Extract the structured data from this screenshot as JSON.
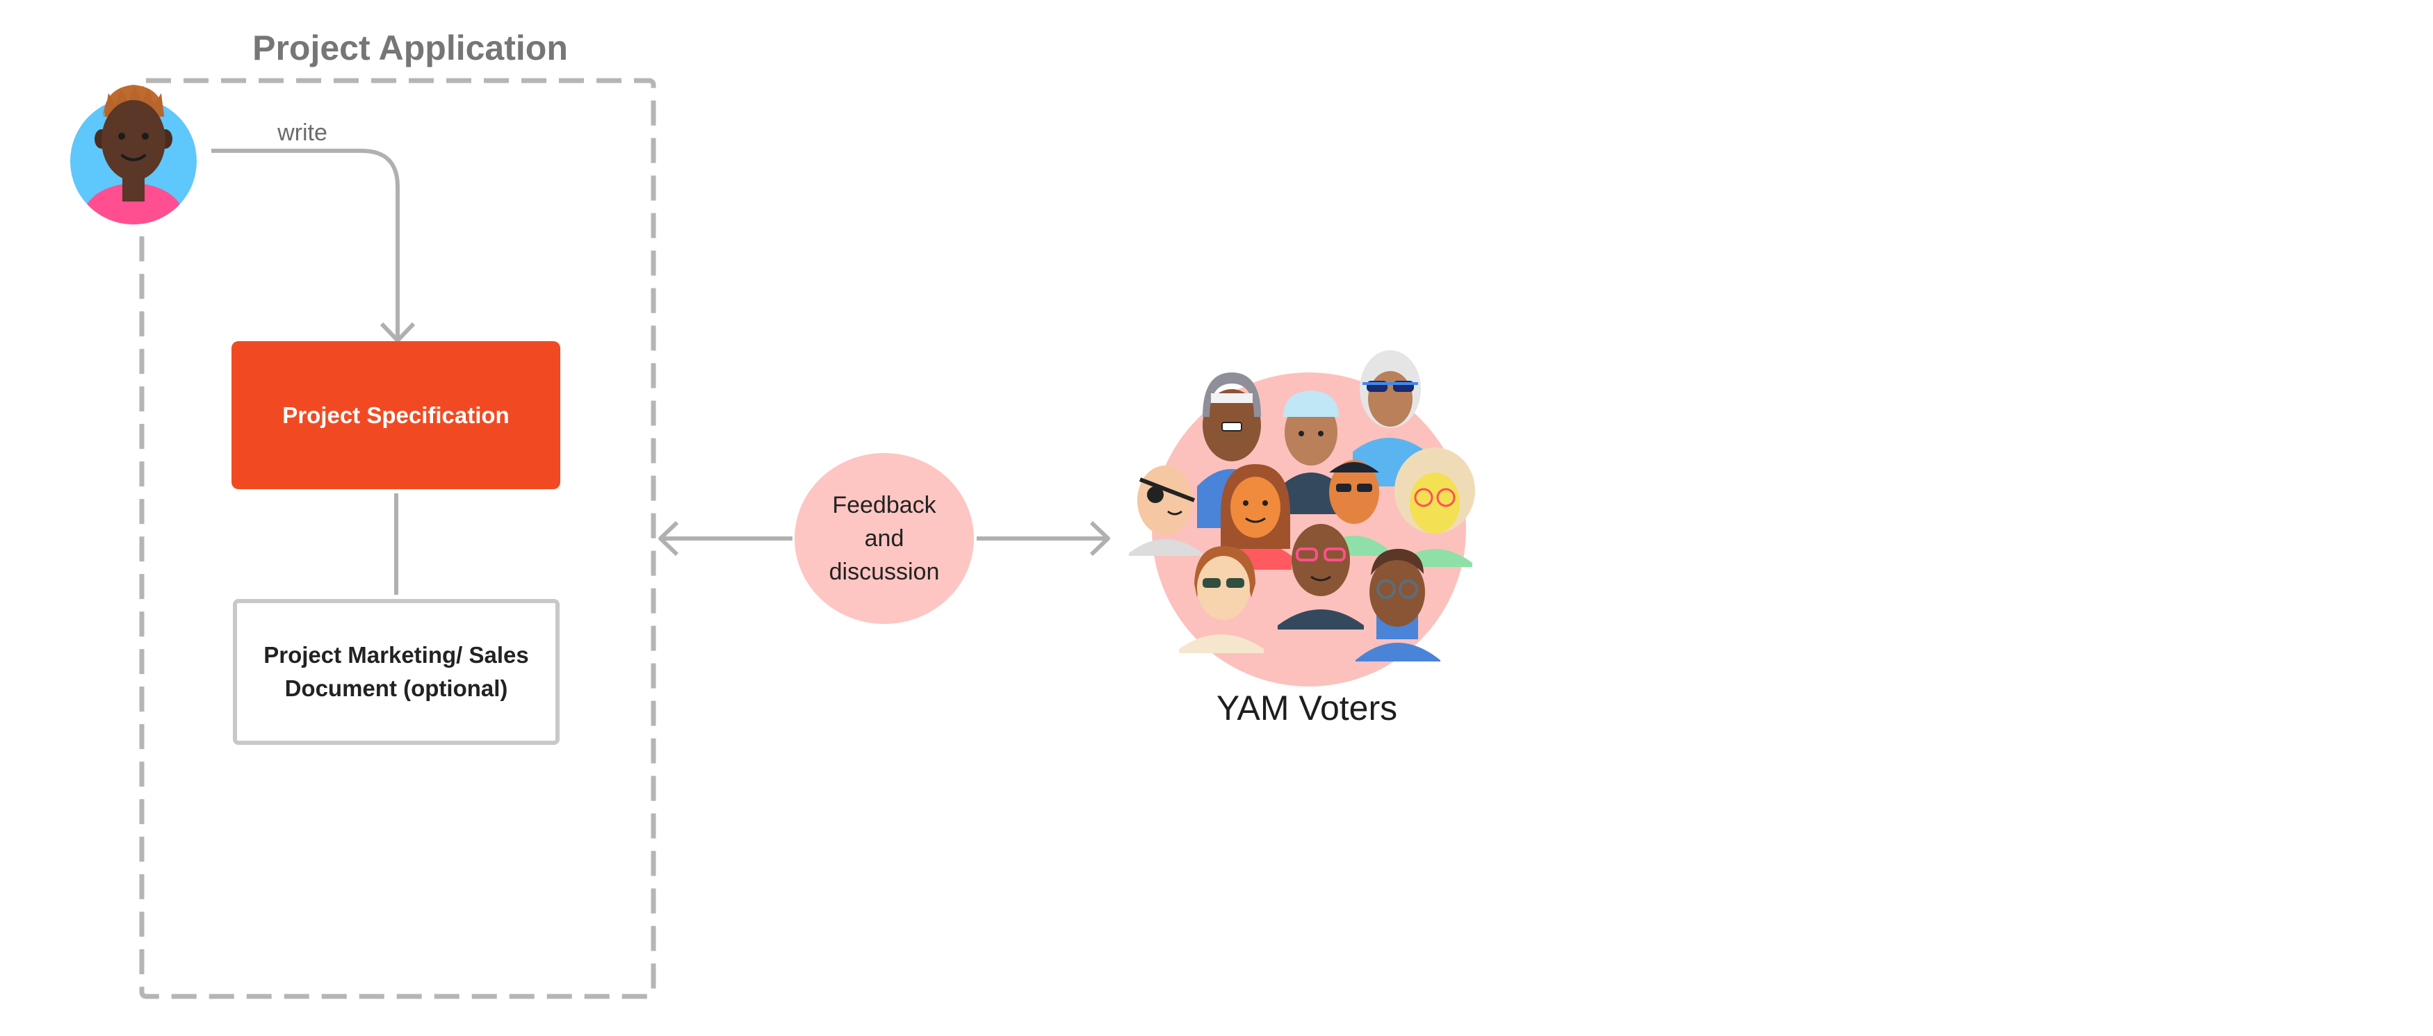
{
  "diagram": {
    "group": {
      "title": "Project Application"
    },
    "edges": {
      "write_label": "write"
    },
    "nodes": {
      "specification": "Project Specification",
      "marketing_document": "Project Marketing/ Sales Document (optional)",
      "feedback": "Feedback and discussion",
      "voters": "YAM Voters"
    },
    "icons": {
      "author": "person-avatar-icon",
      "voters": "people-crowd-icon"
    },
    "colors": {
      "accent": "#f14a22",
      "group_border": "#b5b5b5",
      "connector": "#b0b0b0",
      "feedback_fill": "#fdc6c2",
      "voters_fill": "#fcc1bd",
      "avatar_bg": "#5ec7fb"
    }
  }
}
